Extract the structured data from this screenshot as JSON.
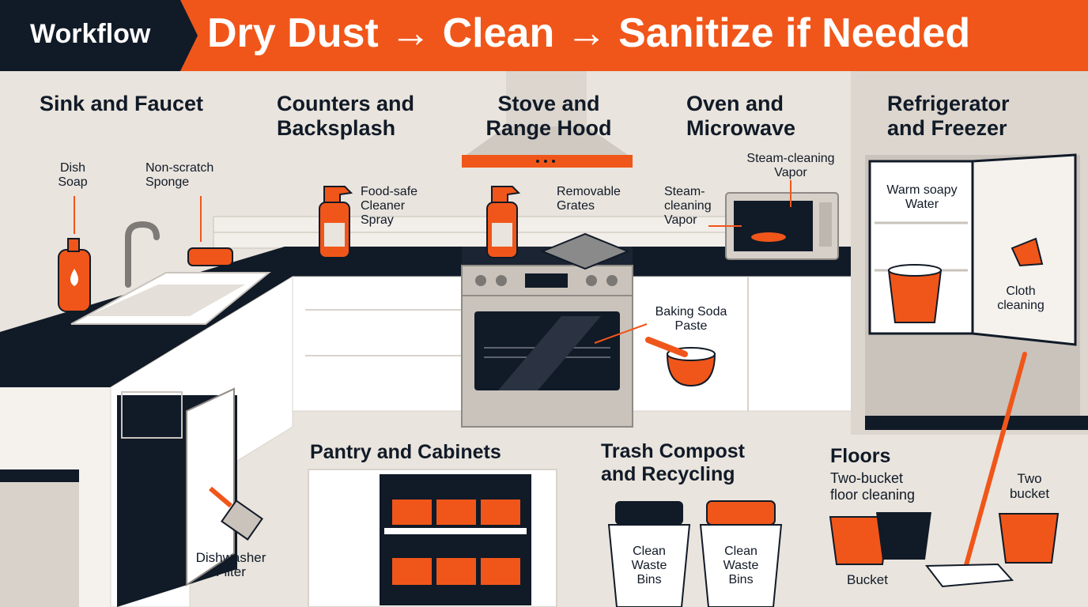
{
  "header": {
    "badge": "Workflow",
    "title": "Dry Dust → Clean → Sanitize if Needed"
  },
  "sections": {
    "sink": {
      "title": "Sink and Faucet",
      "dish_soap": [
        "Dish",
        "Soap"
      ],
      "sponge": [
        "Non-scratch",
        "Sponge"
      ]
    },
    "counters": {
      "title": [
        "Counters and",
        "Backsplash"
      ],
      "spray": [
        "Food-safe",
        "Cleaner",
        "Spray"
      ]
    },
    "stove": {
      "title": [
        "Stove and",
        "Range Hood"
      ],
      "grates": [
        "Removable",
        "Grates"
      ],
      "paste": [
        "Baking Soda",
        "Paste"
      ]
    },
    "oven": {
      "title": [
        "Oven and",
        "Microwave"
      ],
      "vapor_top": [
        "Steam-cleaning",
        "Vapor"
      ],
      "vapor_side": [
        "Steam-",
        "cleaning",
        "Vapor"
      ]
    },
    "fridge": {
      "title": [
        "Refrigerator",
        "and Freezer"
      ],
      "water": [
        "Warm soapy",
        "Water"
      ],
      "cloth": [
        "Cloth",
        "cleaning"
      ]
    },
    "pantry": {
      "title": "Pantry and Cabinets"
    },
    "trash": {
      "title": [
        "Trash Compost",
        "and Recycling"
      ],
      "bin_left": [
        "Clean",
        "Waste",
        "Bins"
      ],
      "bin_right": [
        "Clean",
        "Waste",
        "Bins"
      ]
    },
    "floors": {
      "title": "Floors",
      "subtitle": [
        "Two-bucket",
        "floor cleaning"
      ],
      "bucket": "Bucket",
      "two_bucket": [
        "Two",
        "bucket"
      ]
    },
    "dishwasher": {
      "filter": [
        "Dishwasher",
        "Filter"
      ]
    }
  },
  "colors": {
    "orange": "#f0561a",
    "navy": "#111a27",
    "background": "#e9e4dd",
    "cabinet": "#ffffff",
    "steel": "#c9c3bc"
  },
  "icons": [
    "dish-soap-icon",
    "sponge-icon",
    "faucet-icon",
    "spray-bottle-icon",
    "range-hood-icon",
    "stove-icon",
    "oven-icon",
    "grate-icon",
    "microwave-icon",
    "paste-bowl-icon",
    "refrigerator-icon",
    "bucket-icon",
    "cloth-icon",
    "dishwasher-icon",
    "filter-icon",
    "pantry-icon",
    "trash-bin-icon",
    "mop-icon"
  ]
}
